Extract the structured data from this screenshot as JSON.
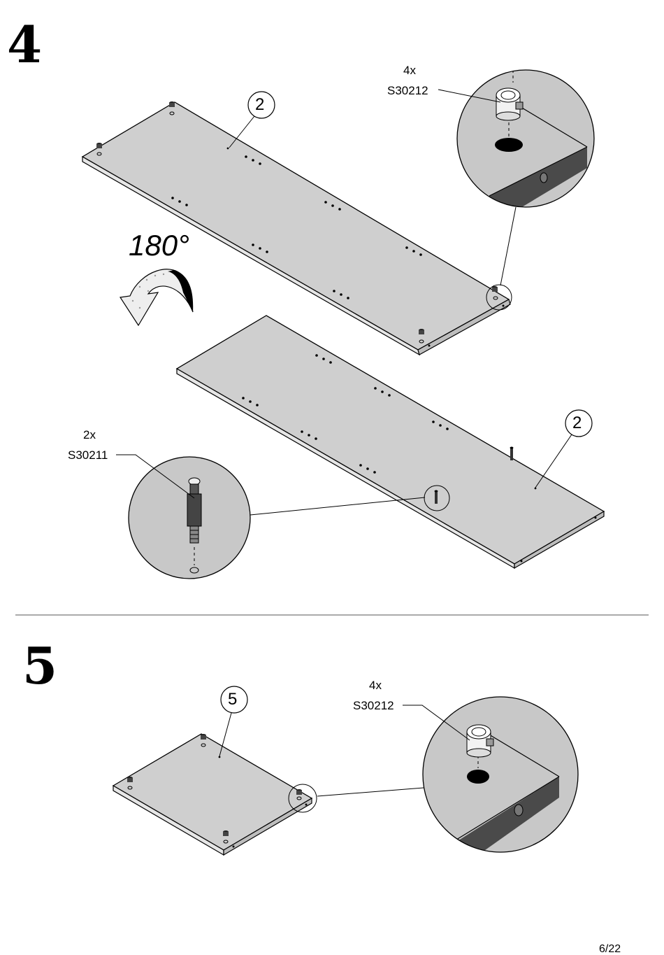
{
  "step4": {
    "number": "4",
    "rotation_label": "180°",
    "panel_callout_top": "2",
    "panel_callout_bottom": "2",
    "cam_qty": "4x",
    "cam_code": "S30212",
    "dowel_qty": "2x",
    "dowel_code": "S30211"
  },
  "step5": {
    "number": "5",
    "panel_callout": "5",
    "cam_qty": "4x",
    "cam_code": "S30212"
  },
  "page_number": "6/22",
  "colors": {
    "panel_fill": "#cfcfcf",
    "detail_fill": "#c8c8c8",
    "line": "#000000",
    "divider": "#555555"
  },
  "icons": [
    "rotate-arrow-icon",
    "cam-lock-icon",
    "dowel-icon"
  ]
}
